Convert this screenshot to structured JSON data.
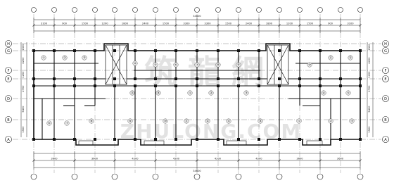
{
  "drawing": {
    "axis_left": [
      "H",
      "G",
      "F",
      "E",
      "D",
      "B",
      "A"
    ],
    "axis_right": [
      "H",
      "G",
      "F",
      "E",
      "D",
      "B",
      "A"
    ],
    "top_dims": [
      "3100",
      "900",
      "1500",
      "1200",
      "1800",
      "2400",
      "1500",
      "3300",
      "3300",
      "1500",
      "2400",
      "1800",
      "1200",
      "1500",
      "900",
      "3100"
    ],
    "top_total": "34600",
    "bottom_dims": [
      "3600",
      "3600",
      "4200",
      "4200",
      "4200",
      "4200",
      "3600",
      "3600"
    ],
    "bottom_total": "34600",
    "side_dims": [
      "1500",
      "4200",
      "1200",
      "2700",
      "5400",
      "1500"
    ],
    "room_labels": [
      "①",
      "②",
      "③",
      "④",
      "⑤",
      "⑥",
      "⑦",
      "⑧",
      "⑨",
      "⑩",
      "⑪",
      "⑫",
      "⑬",
      "⑭"
    ]
  },
  "watermark": {
    "cn": "筑 龍 網",
    "en": "ZHULONG.COM"
  }
}
